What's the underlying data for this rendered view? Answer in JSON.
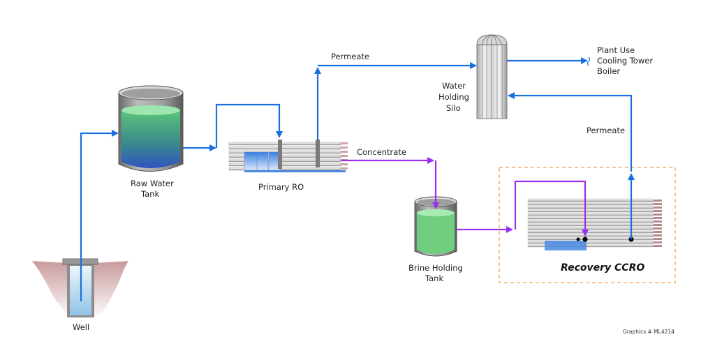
{
  "diagram": {
    "title": "Water treatment process flow with Primary RO and Recovery CCRO",
    "colors": {
      "water_flow": "#1a6fe0",
      "concentrate_flow": "#9b2ff0",
      "recovery_box_border": "#f0a050",
      "ground": "#c99a9c"
    },
    "nodes": {
      "well": {
        "label": "Well"
      },
      "raw_water_tank": {
        "label_line1": "Raw Water",
        "label_line2": "Tank"
      },
      "primary_ro": {
        "label": "Primary RO"
      },
      "water_holding_silo": {
        "label_line1": "Water",
        "label_line2": "Holding",
        "label_line3": "Silo"
      },
      "plant_use": {
        "line1": "Plant Use",
        "line2": "Cooling Tower",
        "line3": "Boiler"
      },
      "brine_holding_tank": {
        "label_line1": "Brine Holding",
        "label_line2": "Tank"
      },
      "recovery_ccro": {
        "label": "Recovery CCRO"
      }
    },
    "flow_labels": {
      "permeate_primary": "Permeate",
      "permeate_ccro": "Permeate",
      "concentrate": "Concentrate"
    },
    "footer": {
      "graphics_id": "Graphics # ML4214"
    }
  }
}
